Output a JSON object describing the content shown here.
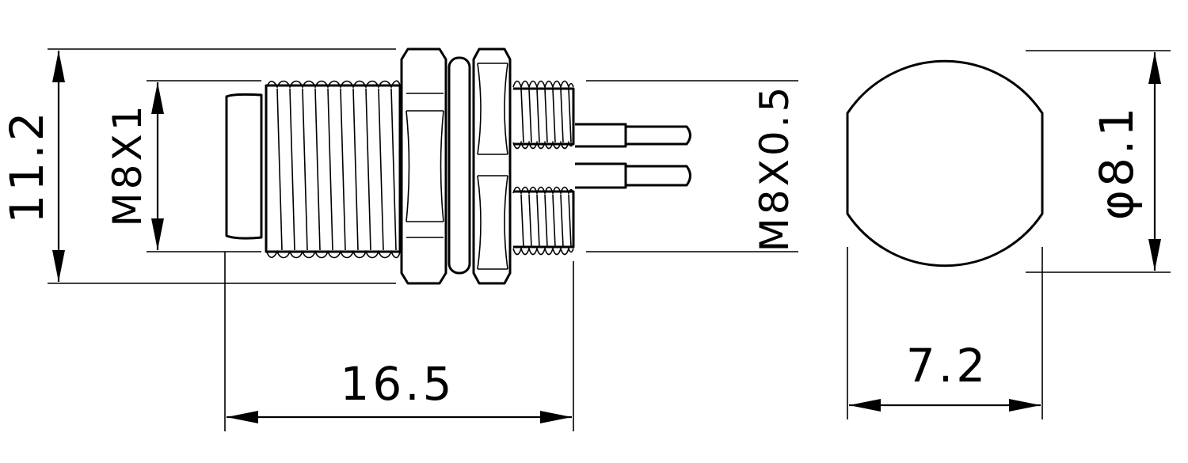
{
  "dimensions": {
    "overall_height": "11.2",
    "thread_front": "M8X1",
    "thread_rear": "M8X0.5",
    "overall_length": "16.5",
    "flat_width": "7.2",
    "diameter": "φ8.1"
  }
}
